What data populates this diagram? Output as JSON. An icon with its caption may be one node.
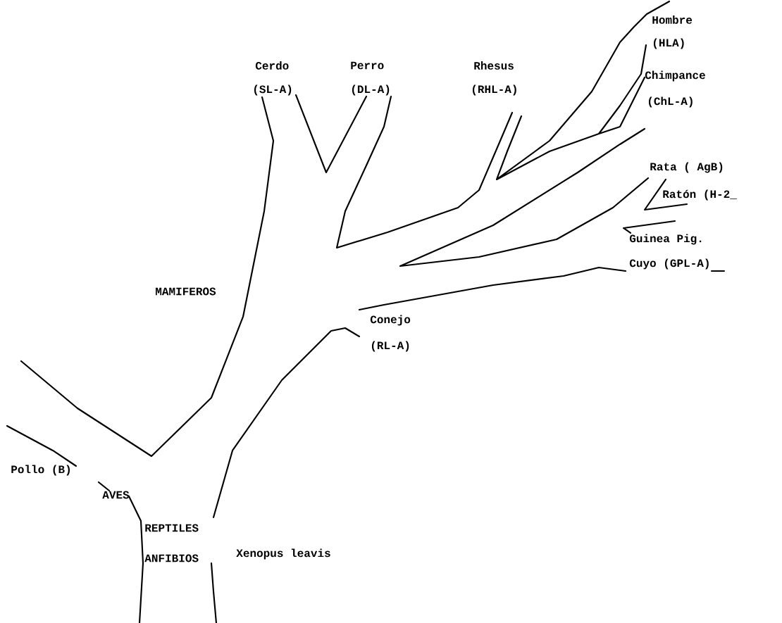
{
  "diagram": {
    "labels": [
      "Cerdo",
      "Perro",
      "Rhesus",
      "Hombre",
      "(SL-A)",
      "(DL-A)",
      "(RHL-A)",
      "(HLA)",
      "Chimpance",
      "(ChL-A)",
      "Rata ( AgB)",
      "Ratón (H-2_",
      "Guinea Pig.",
      "Cuyo (GPL-A)",
      "Conejo",
      "MAMIFEROS",
      "(RL-A)",
      "Pollo (B)",
      "AVES",
      "REPTILES",
      "ANFIBIOS",
      "Xenopus leavis"
    ]
  }
}
